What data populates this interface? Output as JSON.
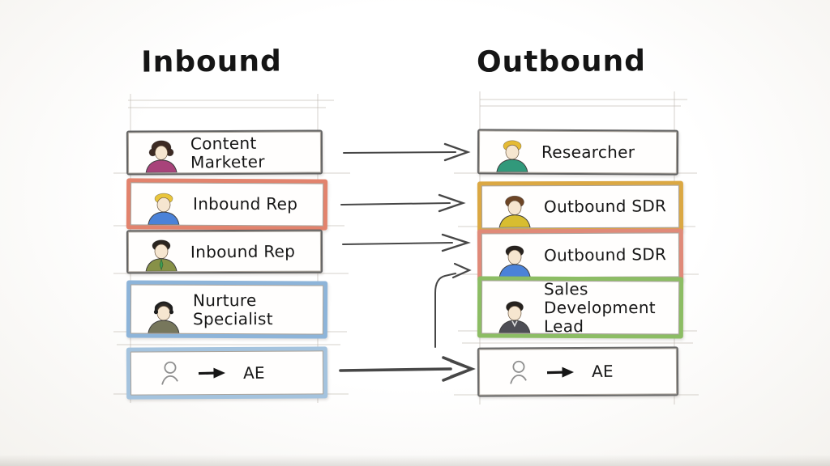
{
  "titles": {
    "inbound": "Inbound",
    "outbound": "Outbound"
  },
  "colors": {
    "ink": "#1b1b1b",
    "pencil_arrow": "#474747",
    "guide_line": "#c8c2ba",
    "box_gray": "#636363",
    "salmon": "#e2836d",
    "blue": "#8db4d9",
    "light_blue": "#a4c3de",
    "amber": "#dba843",
    "red": "#e08a79",
    "green": "#8cbd64"
  },
  "inbound": {
    "boxes": [
      {
        "label": "Content Marketer",
        "border": "#636363",
        "avatar": {
          "hair": "#3d2b24",
          "shirt": "#a8437a"
        }
      },
      {
        "label": "Inbound Rep",
        "border": "#e2836d",
        "avatar": {
          "hair": "#e9c53c",
          "shirt": "#4b82d8"
        }
      },
      {
        "label": "Inbound Rep",
        "border": "#636363",
        "avatar": {
          "hair": "#2a2520",
          "shirt": "#879147"
        }
      },
      {
        "label": "Nurture Specialist",
        "border": "#8db4d9",
        "avatar": {
          "hair": "#2e2a26",
          "shirt": "#77775c"
        }
      },
      {
        "label": "AE",
        "border": "#a4c3de"
      }
    ]
  },
  "outbound": {
    "boxes": [
      {
        "label": "Researcher",
        "border": "#636363",
        "avatar": {
          "hair": "#e5ba35",
          "shirt": "#31997b"
        }
      },
      {
        "label": "Outbound SDR",
        "border": "#dba843",
        "avatar": {
          "hair": "#6d4526",
          "shirt": "#d8bd30"
        }
      },
      {
        "label": "Outbound SDR",
        "border": "#e08a79",
        "avatar": {
          "hair": "#28231f",
          "shirt": "#4b82d8"
        }
      },
      {
        "label": "Sales Development Lead",
        "border": "#8cbd64",
        "avatar": {
          "hair": "#26221e",
          "shirt": "#4e4e55"
        }
      },
      {
        "label": "AE",
        "border": "#6a6a6a"
      }
    ]
  },
  "flows": [
    {
      "from": "Content Marketer",
      "to": "Researcher"
    },
    {
      "from": "Inbound Rep",
      "to": "Outbound SDR"
    },
    {
      "from": "Inbound Rep",
      "to": "Outbound SDR"
    },
    {
      "from": "Nurture Specialist",
      "to": "Outbound SDR"
    },
    {
      "from": "AE",
      "to": "AE"
    }
  ]
}
